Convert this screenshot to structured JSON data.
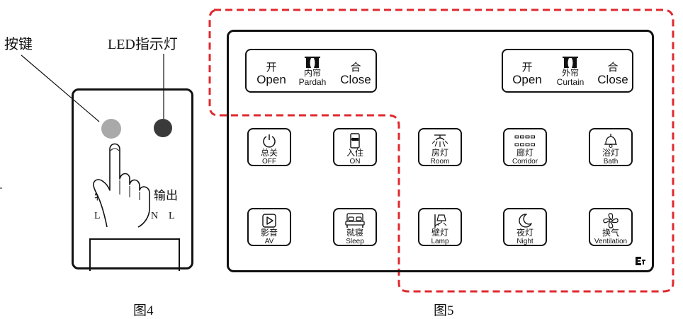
{
  "figure4": {
    "label_key": "按键",
    "label_led": "LED指示灯",
    "terminal_in": "输",
    "terminal_out": "输出",
    "term_l1": "L",
    "term_n": "N",
    "term_l2": "L",
    "caption": "图4"
  },
  "figure5": {
    "caption": "图5",
    "curtains": [
      {
        "open_zh": "开",
        "open_en": "Open",
        "name_zh": "内帘",
        "name_en": "Pardah",
        "close_zh": "合",
        "close_en": "Close"
      },
      {
        "open_zh": "开",
        "open_en": "Open",
        "name_zh": "外帘",
        "name_en": "Curtain",
        "close_zh": "合",
        "close_en": "Close"
      }
    ],
    "keys": [
      {
        "zh": "总关",
        "en": "OFF",
        "icon": "power-icon"
      },
      {
        "zh": "入住",
        "en": "ON",
        "icon": "keycard-icon"
      },
      {
        "zh": "房灯",
        "en": "Room",
        "icon": "ceiling-light-icon"
      },
      {
        "zh": "廊灯",
        "en": "Corridor",
        "icon": "corridor-light-icon"
      },
      {
        "zh": "浴灯",
        "en": "Bath",
        "icon": "bath-light-icon"
      },
      {
        "zh": "影音",
        "en": "AV",
        "icon": "play-icon"
      },
      {
        "zh": "就寝",
        "en": "Sleep",
        "icon": "bed-icon"
      },
      {
        "zh": "壁灯",
        "en": "Lamp",
        "icon": "wall-lamp-icon"
      },
      {
        "zh": "夜灯",
        "en": "Night",
        "icon": "moon-icon"
      },
      {
        "zh": "换气",
        "en": "Ventilation",
        "icon": "fan-icon"
      }
    ],
    "dashed_color": "#e0282e"
  }
}
